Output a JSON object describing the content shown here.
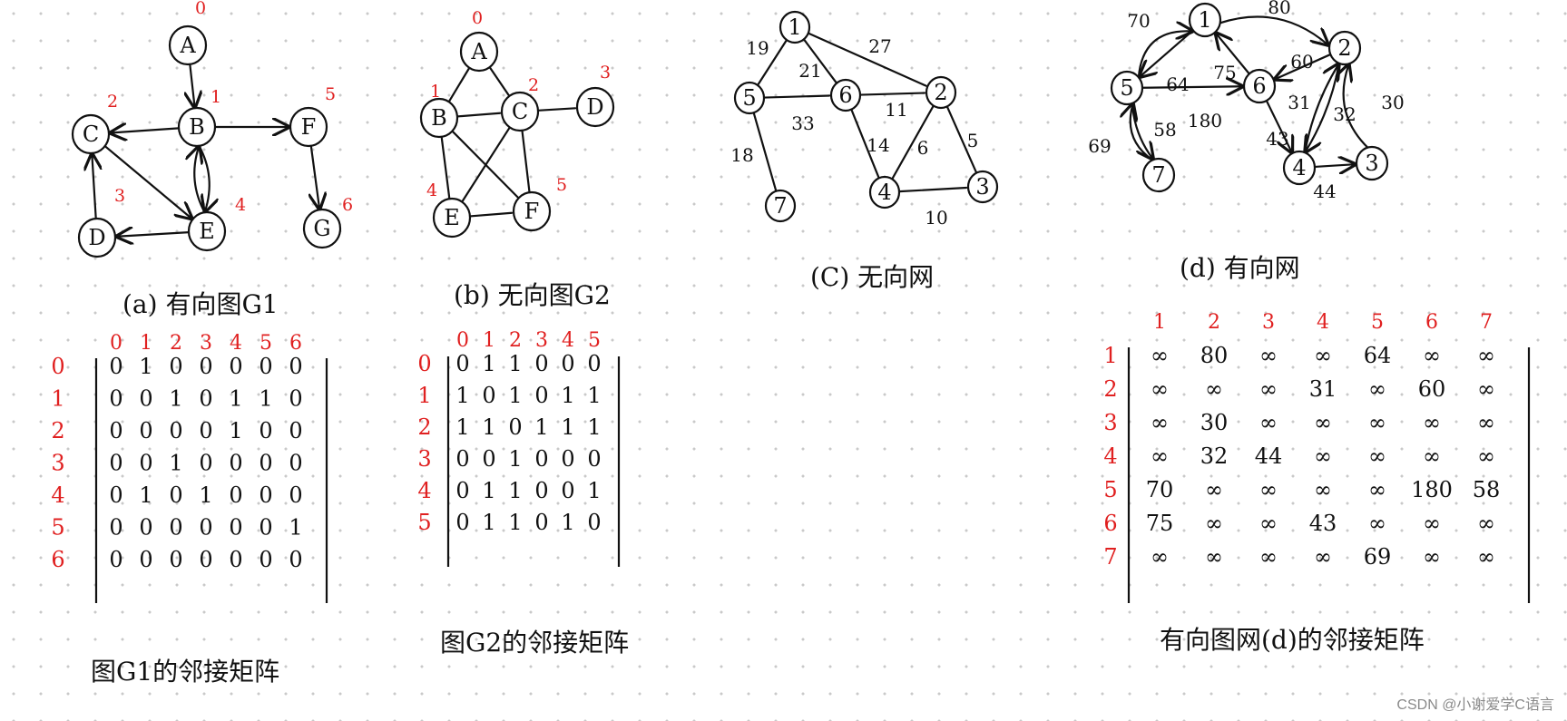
{
  "graphs": [
    {
      "id": "a",
      "caption": "(a) 有向图G1",
      "directed": true,
      "nodes": [
        {
          "name": "A",
          "idx": "0"
        },
        {
          "name": "B",
          "idx": "1"
        },
        {
          "name": "C",
          "idx": "2"
        },
        {
          "name": "D",
          "idx": "3"
        },
        {
          "name": "E",
          "idx": "4"
        },
        {
          "name": "F",
          "idx": "5"
        },
        {
          "name": "G",
          "idx": "6"
        }
      ],
      "edges": [
        {
          "from": "A",
          "to": "B"
        },
        {
          "from": "B",
          "to": "C"
        },
        {
          "from": "B",
          "to": "F"
        },
        {
          "from": "B",
          "to": "E"
        },
        {
          "from": "E",
          "to": "B"
        },
        {
          "from": "C",
          "to": "E"
        },
        {
          "from": "E",
          "to": "D"
        },
        {
          "from": "D",
          "to": "C"
        },
        {
          "from": "F",
          "to": "G"
        }
      ]
    },
    {
      "id": "b",
      "caption": "(b) 无向图G2",
      "directed": false,
      "nodes": [
        {
          "name": "A",
          "idx": "0"
        },
        {
          "name": "B",
          "idx": "1"
        },
        {
          "name": "C",
          "idx": "2"
        },
        {
          "name": "D",
          "idx": "3"
        },
        {
          "name": "E",
          "idx": "4"
        },
        {
          "name": "F",
          "idx": "5"
        }
      ],
      "edges": [
        {
          "from": "A",
          "to": "B"
        },
        {
          "from": "A",
          "to": "C"
        },
        {
          "from": "B",
          "to": "C"
        },
        {
          "from": "C",
          "to": "D"
        },
        {
          "from": "B",
          "to": "E"
        },
        {
          "from": "B",
          "to": "F"
        },
        {
          "from": "C",
          "to": "E"
        },
        {
          "from": "C",
          "to": "F"
        },
        {
          "from": "E",
          "to": "F"
        }
      ]
    },
    {
      "id": "c",
      "caption": "(C) 无向网",
      "directed": false,
      "nodes": [
        {
          "name": "1"
        },
        {
          "name": "2"
        },
        {
          "name": "3"
        },
        {
          "name": "4"
        },
        {
          "name": "5"
        },
        {
          "name": "6"
        },
        {
          "name": "7"
        }
      ],
      "edges": [
        {
          "from": "1",
          "to": "5",
          "w": "19"
        },
        {
          "from": "1",
          "to": "6",
          "w": "21"
        },
        {
          "from": "1",
          "to": "2",
          "w": "27"
        },
        {
          "from": "5",
          "to": "6",
          "w": "33"
        },
        {
          "from": "6",
          "to": "2",
          "w": "11"
        },
        {
          "from": "6",
          "to": "4",
          "w": "14"
        },
        {
          "from": "2",
          "to": "4",
          "w": "6"
        },
        {
          "from": "2",
          "to": "3",
          "w": "5"
        },
        {
          "from": "4",
          "to": "3",
          "w": "10"
        },
        {
          "from": "5",
          "to": "7",
          "w": "18"
        }
      ]
    },
    {
      "id": "d",
      "caption": "(d) 有向网",
      "directed": true,
      "nodes": [
        {
          "name": "1"
        },
        {
          "name": "2"
        },
        {
          "name": "3"
        },
        {
          "name": "4"
        },
        {
          "name": "5"
        },
        {
          "name": "6"
        },
        {
          "name": "7"
        }
      ],
      "edges": [
        {
          "from": "5",
          "to": "1",
          "w": "70"
        },
        {
          "from": "1",
          "to": "2",
          "w": "80"
        },
        {
          "from": "1",
          "to": "5",
          "w": "64"
        },
        {
          "from": "6",
          "to": "1",
          "w": "75"
        },
        {
          "from": "2",
          "to": "6",
          "w": "60"
        },
        {
          "from": "5",
          "to": "6",
          "w": "180"
        },
        {
          "from": "5",
          "to": "7",
          "w": "58"
        },
        {
          "from": "7",
          "to": "5",
          "w": "69"
        },
        {
          "from": "6",
          "to": "4",
          "w": "43"
        },
        {
          "from": "2",
          "to": "4",
          "w": "31"
        },
        {
          "from": "4",
          "to": "2",
          "w": "32"
        },
        {
          "from": "3",
          "to": "2",
          "w": "30"
        },
        {
          "from": "4",
          "to": "3",
          "w": "44"
        }
      ]
    }
  ],
  "matrices": [
    {
      "id": "g1",
      "caption": "图G1的邻接矩阵",
      "col_headers": [
        "0",
        "1",
        "2",
        "3",
        "4",
        "5",
        "6"
      ],
      "row_headers": [
        "0",
        "1",
        "2",
        "3",
        "4",
        "5",
        "6"
      ],
      "rows": [
        [
          "0",
          "1",
          "0",
          "0",
          "0",
          "0",
          "0"
        ],
        [
          "0",
          "0",
          "1",
          "0",
          "1",
          "1",
          "0"
        ],
        [
          "0",
          "0",
          "0",
          "0",
          "1",
          "0",
          "0"
        ],
        [
          "0",
          "0",
          "1",
          "0",
          "0",
          "0",
          "0"
        ],
        [
          "0",
          "1",
          "0",
          "1",
          "0",
          "0",
          "0"
        ],
        [
          "0",
          "0",
          "0",
          "0",
          "0",
          "0",
          "1"
        ],
        [
          "0",
          "0",
          "0",
          "0",
          "0",
          "0",
          "0"
        ]
      ]
    },
    {
      "id": "g2",
      "caption": "图G2的邻接矩阵",
      "col_headers": [
        "0",
        "1",
        "2",
        "3",
        "4",
        "5"
      ],
      "row_headers": [
        "0",
        "1",
        "2",
        "3",
        "4",
        "5"
      ],
      "rows": [
        [
          "0",
          "1",
          "1",
          "0",
          "0",
          "0"
        ],
        [
          "1",
          "0",
          "1",
          "0",
          "1",
          "1"
        ],
        [
          "1",
          "1",
          "0",
          "1",
          "1",
          "1"
        ],
        [
          "0",
          "0",
          "1",
          "0",
          "0",
          "0"
        ],
        [
          "0",
          "1",
          "1",
          "0",
          "0",
          "1"
        ],
        [
          "0",
          "1",
          "1",
          "0",
          "1",
          "0"
        ]
      ]
    },
    {
      "id": "d",
      "caption": "有向图网(d)的邻接矩阵",
      "col_headers": [
        "1",
        "2",
        "3",
        "4",
        "5",
        "6",
        "7"
      ],
      "row_headers": [
        "1",
        "2",
        "3",
        "4",
        "5",
        "6",
        "7"
      ],
      "rows": [
        [
          "∞",
          "80",
          "∞",
          "∞",
          "64",
          "∞",
          "∞"
        ],
        [
          "∞",
          "∞",
          "∞",
          "31",
          "∞",
          "60",
          "∞"
        ],
        [
          "∞",
          "30",
          "∞",
          "∞",
          "∞",
          "∞",
          "∞"
        ],
        [
          "∞",
          "32",
          "44",
          "∞",
          "∞",
          "∞",
          "∞"
        ],
        [
          "70",
          "∞",
          "∞",
          "∞",
          "∞",
          "180",
          "58"
        ],
        [
          "75",
          "∞",
          "∞",
          "43",
          "∞",
          "∞",
          "∞"
        ],
        [
          "∞",
          "∞",
          "∞",
          "∞",
          "69",
          "∞",
          "∞"
        ]
      ]
    }
  ],
  "watermark": "CSDN @小谢爱学C语言"
}
